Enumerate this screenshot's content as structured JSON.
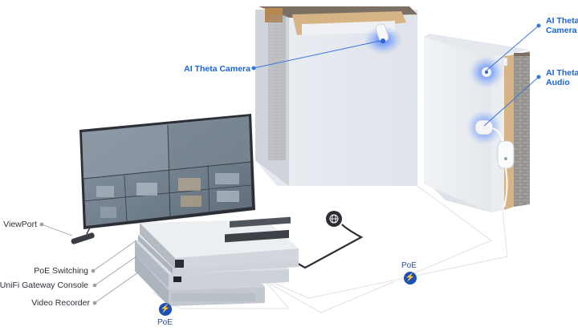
{
  "labels": {
    "camera_ceiling": "AI Theta Camera",
    "camera_wall_line1": "AI Theta",
    "camera_wall_line2": "Camera",
    "audio_line1": "AI Theta",
    "audio_line2": "Audio",
    "viewport": "ViewPort",
    "poe_switching": "PoE Switching",
    "gateway_console": "UniFi Gateway Console",
    "video_recorder": "Video Recorder",
    "poe_bottom": "PoE",
    "poe_right": "PoE"
  },
  "icons": {
    "poe_badge": "lightning-bolt-icon",
    "internet": "globe-icon"
  },
  "colors": {
    "accent_label": "#1a64d6",
    "poe_badge": "#1d4fb8",
    "glow": "#3d7bff",
    "text": "#2b2f36"
  }
}
